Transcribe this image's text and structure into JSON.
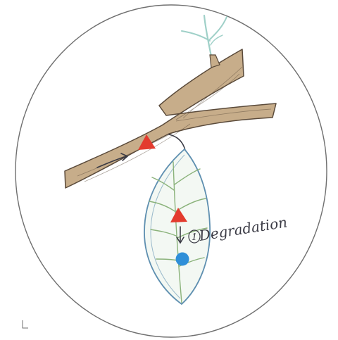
{
  "annotation": {
    "number": "1",
    "text": "Degradation"
  },
  "colors": {
    "circle_outline": "#6f6f6f",
    "branch_fill": "#c7ad8a",
    "branch_outline": "#5a4a3a",
    "leaf_outline": "#5e8fb0",
    "leaf_vein": "#8ab27a",
    "triangle_red": "#e33b2e",
    "dot_blue": "#2f8fd8",
    "arrow_ink": "#3a3a44",
    "twig_green": "#9fd0c8"
  },
  "symbols": {
    "branch_molecule": "red-triangle",
    "leaf_molecule": "red-triangle",
    "degraded_molecule": "blue-dot"
  }
}
